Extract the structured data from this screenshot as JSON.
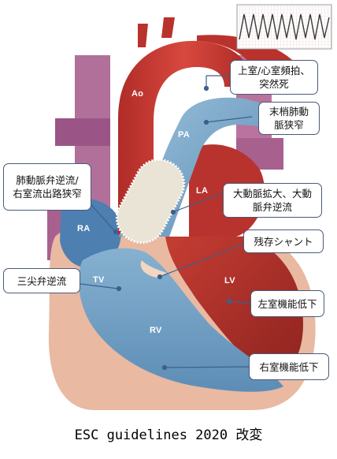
{
  "chambers": {
    "ao": "Ao",
    "pa": "PA",
    "la": "LA",
    "ra": "RA",
    "tv": "TV",
    "lv": "LV",
    "rv": "RV"
  },
  "callouts": {
    "arrhythmia": [
      "上室/心室頻拍、",
      "突然死"
    ],
    "peripheral_pa_stenosis": [
      "末梢肺動",
      "脈狭窄"
    ],
    "pr_rvot": [
      "肺動脈弁逆流/",
      "右室流出路狭窄"
    ],
    "aortic_dilation": [
      "大動脈拡大、大動",
      "脈弁逆流"
    ],
    "residual_shunt": [
      "残存シャント"
    ],
    "tricuspid_regurg": [
      "三尖弁逆流"
    ],
    "lv_dysfunction": [
      "左室機能低下"
    ],
    "rv_dysfunction": [
      "右室機能低下"
    ]
  },
  "caption": "ESC guidelines 2020 改変",
  "colors": {
    "aorta": "#c93a33",
    "pulmonary_artery": "#7aa8c8",
    "right_ventricle": "#6e9cc0",
    "left_ventricle": "#b8332d",
    "myocardium": "#e9b9a2",
    "vessels_purple": "#a8608f",
    "ecg_line": "#3a3a3a",
    "leader_line": "#3f5f8a"
  },
  "icons": [
    "ecg-strip-icon",
    "pulmonary-valve-conduit-icon",
    "vsd-patch-icon"
  ]
}
